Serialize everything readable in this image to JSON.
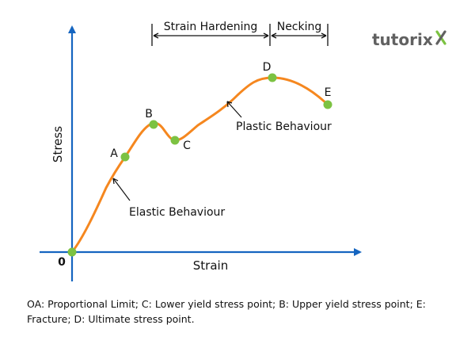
{
  "colors": {
    "axis": "#1565c0",
    "curve": "#f5871f",
    "point": "#7cc242",
    "text": "#111111"
  },
  "axes": {
    "x_label": "Strain",
    "y_label": "Stress",
    "origin_label": "0"
  },
  "points": [
    {
      "id": "O",
      "label": ""
    },
    {
      "id": "A",
      "label": "A"
    },
    {
      "id": "B",
      "label": "B"
    },
    {
      "id": "C",
      "label": "C"
    },
    {
      "id": "D",
      "label": "D"
    },
    {
      "id": "E",
      "label": "E"
    }
  ],
  "regions": {
    "strain_hardening": "Strain Hardening",
    "necking": "Necking"
  },
  "annotations": {
    "elastic": "Elastic Behaviour",
    "plastic": "Plastic Behaviour"
  },
  "logo": {
    "text": "tutorix",
    "icon": "tutorix-x-logo-icon"
  },
  "caption": "OA: Proportional Limit; C: Lower yield stress point; B: Upper yield stress point; E: Fracture; D: Ultimate stress point."
}
